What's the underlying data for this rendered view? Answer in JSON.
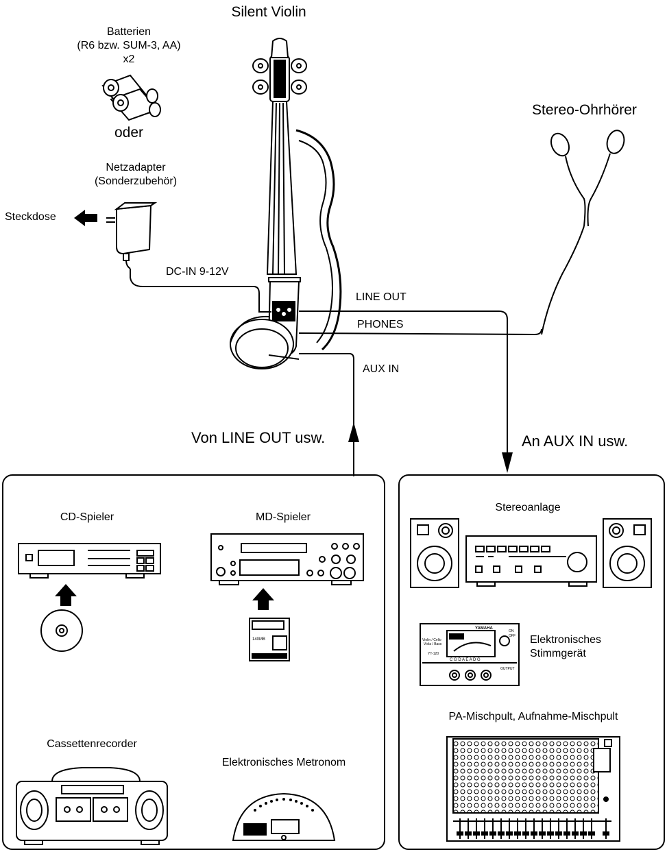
{
  "title": "Silent Violin",
  "batteries": {
    "line1": "Batterien",
    "line2": "(R6 bzw. SUM-3, AA)",
    "line3": "x2"
  },
  "or_label": "oder",
  "adapter": {
    "line1": "Netzadapter",
    "line2": "(Sonderzubehör)"
  },
  "outlet": "Steckdose",
  "dc_in": "DC-IN 9-12V",
  "headphones": "Stereo-Ohrhörer",
  "jacks": {
    "line_out": "LINE OUT",
    "phones": "PHONES",
    "aux_in": "AUX IN"
  },
  "from_label": "Von LINE OUT usw.",
  "to_label": "An AUX IN usw.",
  "left_devices": {
    "cd_player": "CD-Spieler",
    "md_player": "MD-Spieler",
    "cassette": "Cassettenrecorder",
    "metronome": "Elektronisches Metronom"
  },
  "right_devices": {
    "stereo": "Stereoanlage",
    "tuner_line1": "Elektronisches",
    "tuner_line2": "Stimmgerät",
    "mixer": "PA-Mischpult, Aufnahme-Mischpult"
  },
  "device_text": {
    "brand": "YAMAHA",
    "tuner_notes": "C G D A E A D G",
    "tuner_left1": "Violin / Cello",
    "tuner_left2": "Viola / Bass",
    "tuner_model": "YT-120",
    "tuner_on": "ON",
    "tuner_off": "OFF",
    "tuner_output": "OUTPUT",
    "md_capacity": "140MB"
  },
  "colors": {
    "line": "#000000",
    "background": "#ffffff"
  }
}
